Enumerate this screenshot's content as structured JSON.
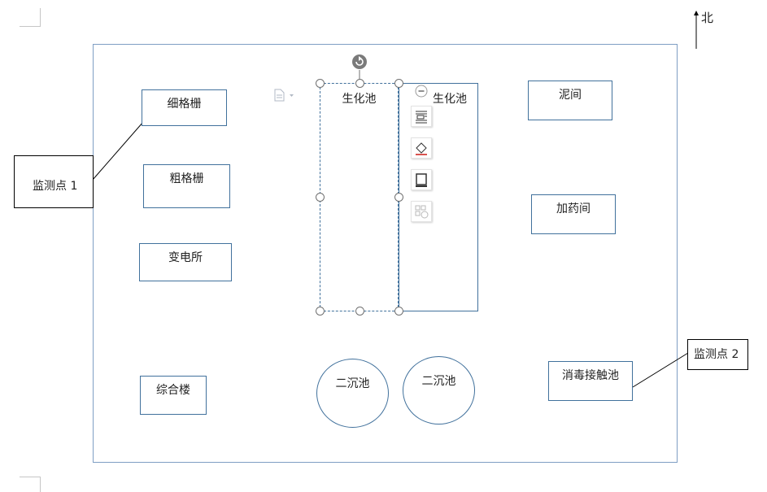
{
  "compass": {
    "label": "北"
  },
  "plant": {
    "fine_screen": "细格栅",
    "coarse_screen": "粗格栅",
    "substation": "变电所",
    "office_building": "综合楼",
    "bio_tank_1": "生化池",
    "bio_tank_2": "生化池",
    "sludge_room": "泥间",
    "dosing_room": "加药间",
    "disinfection_tank": "消毒接触池",
    "secondary_clarifier_1": "二沉池",
    "secondary_clarifier_2": "二沉池"
  },
  "monitoring_points": {
    "point_1": "监测点 1",
    "point_2": "监测点 2"
  },
  "layout_options_toolbar": {
    "icons": [
      "wrap-text-icon",
      "fill-icon",
      "outline-icon",
      "layout-options-icon"
    ]
  },
  "colors": {
    "shape_border": "#41719c",
    "plant_border": "#7f9ec4",
    "selection_handle": "#707070"
  }
}
